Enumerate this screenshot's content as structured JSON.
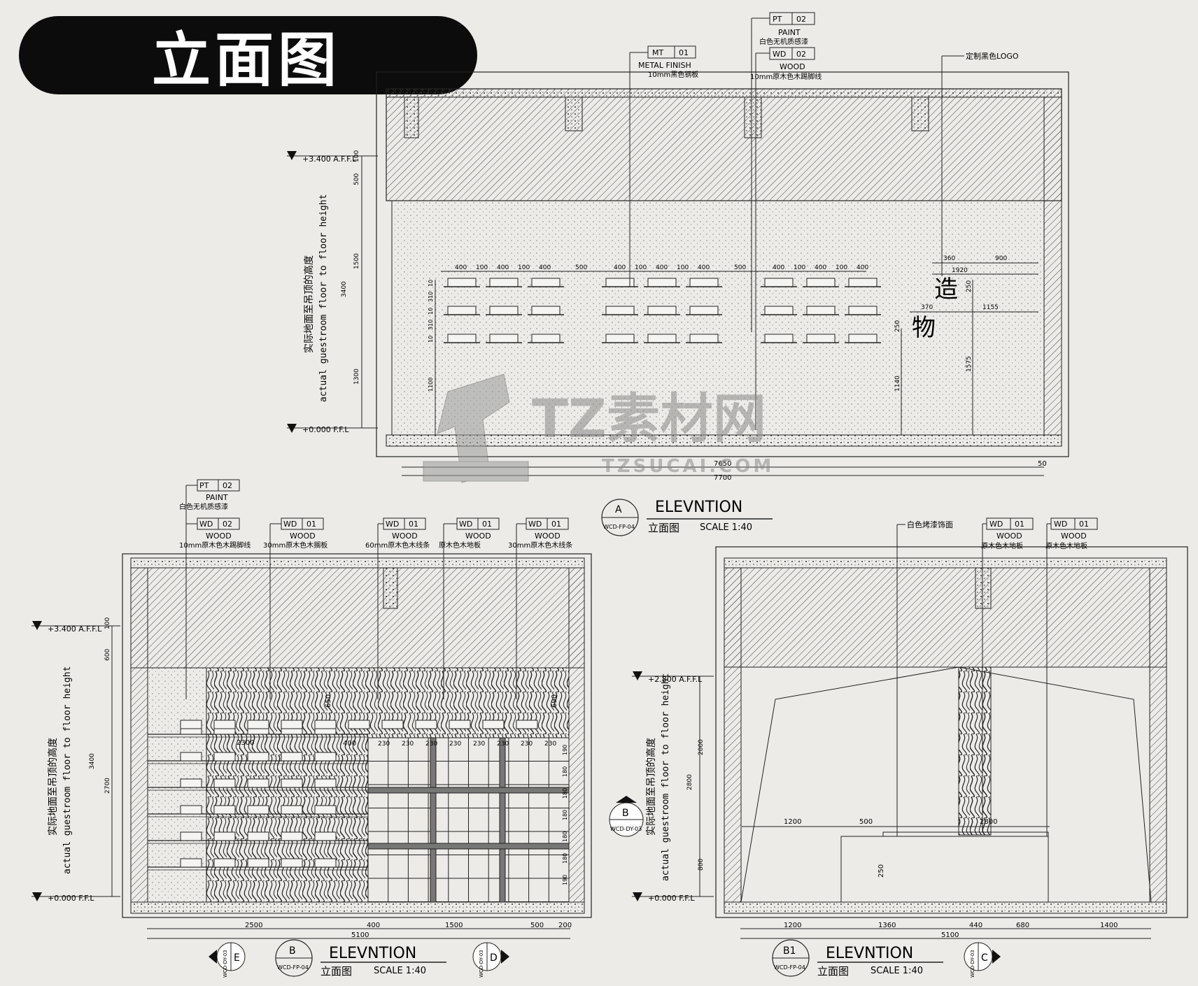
{
  "header": {
    "title": "立面图"
  },
  "watermark": {
    "brand": "TZ素材网",
    "url": "TZSUCAI.COM"
  },
  "colors": {
    "ink": "#1a1a1a",
    "paper": "#ecebe8",
    "badge": "#0c0c0c",
    "watermark": "#8a8a8a"
  },
  "elevation_a": {
    "title": "ELEVNTION",
    "sub_cn": "立面图",
    "scale": "SCALE  1:40",
    "symbol_letter": "A",
    "symbol_ref": "WCD-FP-04",
    "level_top": "+3.400 A.F.F.L",
    "level_bottom": "+0.000 F.F.L",
    "height_note_cn": "实际地面至吊顶的高度",
    "height_note_en": "actual guestroom floor to floor height",
    "tags": [
      {
        "code": "MT",
        "num": "01",
        "line1": "METAL FINISH",
        "line2": "10mm黑色钢板"
      },
      {
        "code": "PT",
        "num": "02",
        "line1": "PAINT",
        "line2": "白色无机质感漆"
      },
      {
        "code": "WD",
        "num": "02",
        "line1": "WOOD",
        "line2": "10mm原木色木踢脚线"
      }
    ],
    "logo_note": "定制黑色LOGO",
    "logo_chars": [
      "造",
      "物"
    ],
    "dims_left": [
      "100",
      "500",
      "1500",
      "3400",
      "1300"
    ],
    "dims_bottom": [
      "7650",
      "50",
      "7700"
    ],
    "dims_shelf": [
      "400",
      "100",
      "400",
      "100",
      "400",
      "500",
      "400",
      "100",
      "400",
      "100",
      "400",
      "500",
      "400",
      "100",
      "400",
      "100",
      "400"
    ],
    "dims_shelf_v": [
      "10",
      "310",
      "10",
      "310",
      "10",
      "1100"
    ],
    "dims_logo": [
      "360",
      "900",
      "1920",
      "250",
      "370",
      "1155",
      "250",
      "1140",
      "1575"
    ]
  },
  "elevation_b": {
    "title": "ELEVNTION",
    "sub_cn": "立面图",
    "scale": "SCALE  1:40",
    "symbol_letter": "B",
    "symbol_ref": "WCD-FP-04",
    "level_top": "+3.400 A.F.F.L",
    "level_bottom": "+0.000 F.F.L",
    "height_note_cn": "实际地面至吊顶的高度",
    "height_note_en": "actual guestroom floor to floor height",
    "tags": [
      {
        "code": "PT",
        "num": "02",
        "line1": "PAINT",
        "line2": "白色无机质感漆"
      },
      {
        "code": "WD",
        "num": "02",
        "line1": "WOOD",
        "line2": "10mm原木色木踢脚线"
      },
      {
        "code": "WD",
        "num": "01",
        "line1": "WOOD",
        "line2": "30mm原木色木搁板"
      },
      {
        "code": "WD",
        "num": "01",
        "line1": "WOOD",
        "line2": "60mm原木色木线条"
      },
      {
        "code": "WD",
        "num": "01",
        "line1": "WOOD",
        "line2": "原木色木地板"
      },
      {
        "code": "WD",
        "num": "01",
        "line1": "WOOD",
        "line2": "30mm原木色木线条"
      }
    ],
    "dims_left": [
      "100",
      "600",
      "3400",
      "2700"
    ],
    "dims_bottom": [
      "2500",
      "400",
      "1500",
      "500",
      "200",
      "5100"
    ],
    "dims_grid": [
      "230",
      "230",
      "230",
      "230",
      "230",
      "230",
      "230",
      "230"
    ],
    "dim_2300": "2300",
    "dim_400": "400",
    "dim_650": "650",
    "dim_690": "690",
    "dims_grid_v": [
      "190",
      "180",
      "180",
      "180",
      "180",
      "180",
      "190"
    ],
    "section_refs": [
      {
        "letter": "E",
        "ref": "WCD-DY-03"
      },
      {
        "letter": "D",
        "ref": "WCD-DY-03"
      },
      {
        "letter": "B",
        "ref": "WCD-DY-03"
      }
    ]
  },
  "elevation_b1": {
    "title": "ELEVNTION",
    "sub_cn": "立面图",
    "scale": "SCALE  1:40",
    "symbol_letter": "B1",
    "symbol_ref": "WCD-FP-04",
    "level_top": "+2.800 A.F.F.L",
    "level_bottom": "+0.000 F.F.L",
    "height_note_cn": "实际地面至吊顶的高度",
    "height_note_en": "actual guestroom floor to floor height",
    "note_white": "白色烤漆饰面",
    "tags": [
      {
        "code": "WD",
        "num": "01",
        "line1": "WOOD",
        "line2": "原木色木地板"
      },
      {
        "code": "WD",
        "num": "01",
        "line1": "WOOD",
        "line2": "原木色木地板"
      }
    ],
    "dims_left": [
      "2000",
      "2800",
      "800"
    ],
    "dims_mid": [
      "1200",
      "500",
      "2800",
      "250"
    ],
    "dims_bottom": [
      "1200",
      "1360",
      "440",
      "680",
      "1400",
      "5100"
    ],
    "section_ref": {
      "letter": "C",
      "ref": "WCD-DY-03"
    }
  }
}
